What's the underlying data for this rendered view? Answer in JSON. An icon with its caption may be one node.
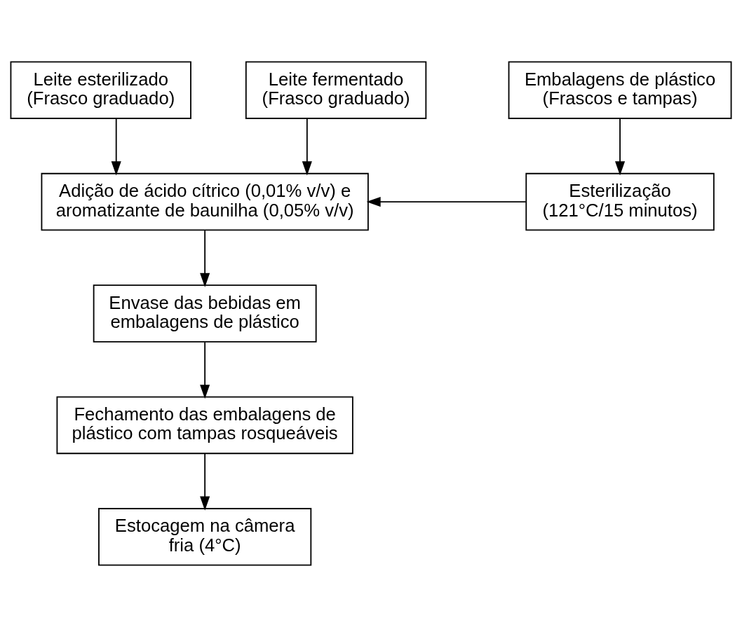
{
  "diagram": {
    "nodes": [
      {
        "text": [
          "Leite esterilizado (Frasco graduado)"
        ]
      },
      {
        "text": [
          "Leite fermentado (Frasco graduado)"
        ]
      },
      {
        "text": [
          "Embalagens de plástico (Frascos e tampas)"
        ]
      },
      {
        "text": [
          "Adição de ácido cítrico (0,01% v/v) e aromatizante de baunilha (0,05% v/v)"
        ]
      },
      {
        "text": [
          "Esterilização (121°C/15 minutos)"
        ]
      },
      {
        "text": [
          "Envase das bebidas em embalagens de plástico"
        ]
      },
      {
        "text": [
          "Fechamento das embalagens de plástico com tampas rosqueáveis"
        ]
      },
      {
        "text": [
          "Estocagem na câmera fria (4°C)"
        ]
      }
    ],
    "edges": [
      {
        "from": 0,
        "to": 3,
        "arrow": "to"
      },
      {
        "from": 1,
        "to": 3,
        "arrow": "to"
      },
      {
        "from": 2,
        "to": 4,
        "arrow": "to"
      },
      {
        "from": 4,
        "to": 3,
        "arrow": "to"
      },
      {
        "from": 3,
        "to": 5,
        "arrow": "to"
      },
      {
        "from": 5,
        "to": 6,
        "arrow": "to"
      },
      {
        "from": 6,
        "to": 7,
        "arrow": "to"
      }
    ]
  }
}
